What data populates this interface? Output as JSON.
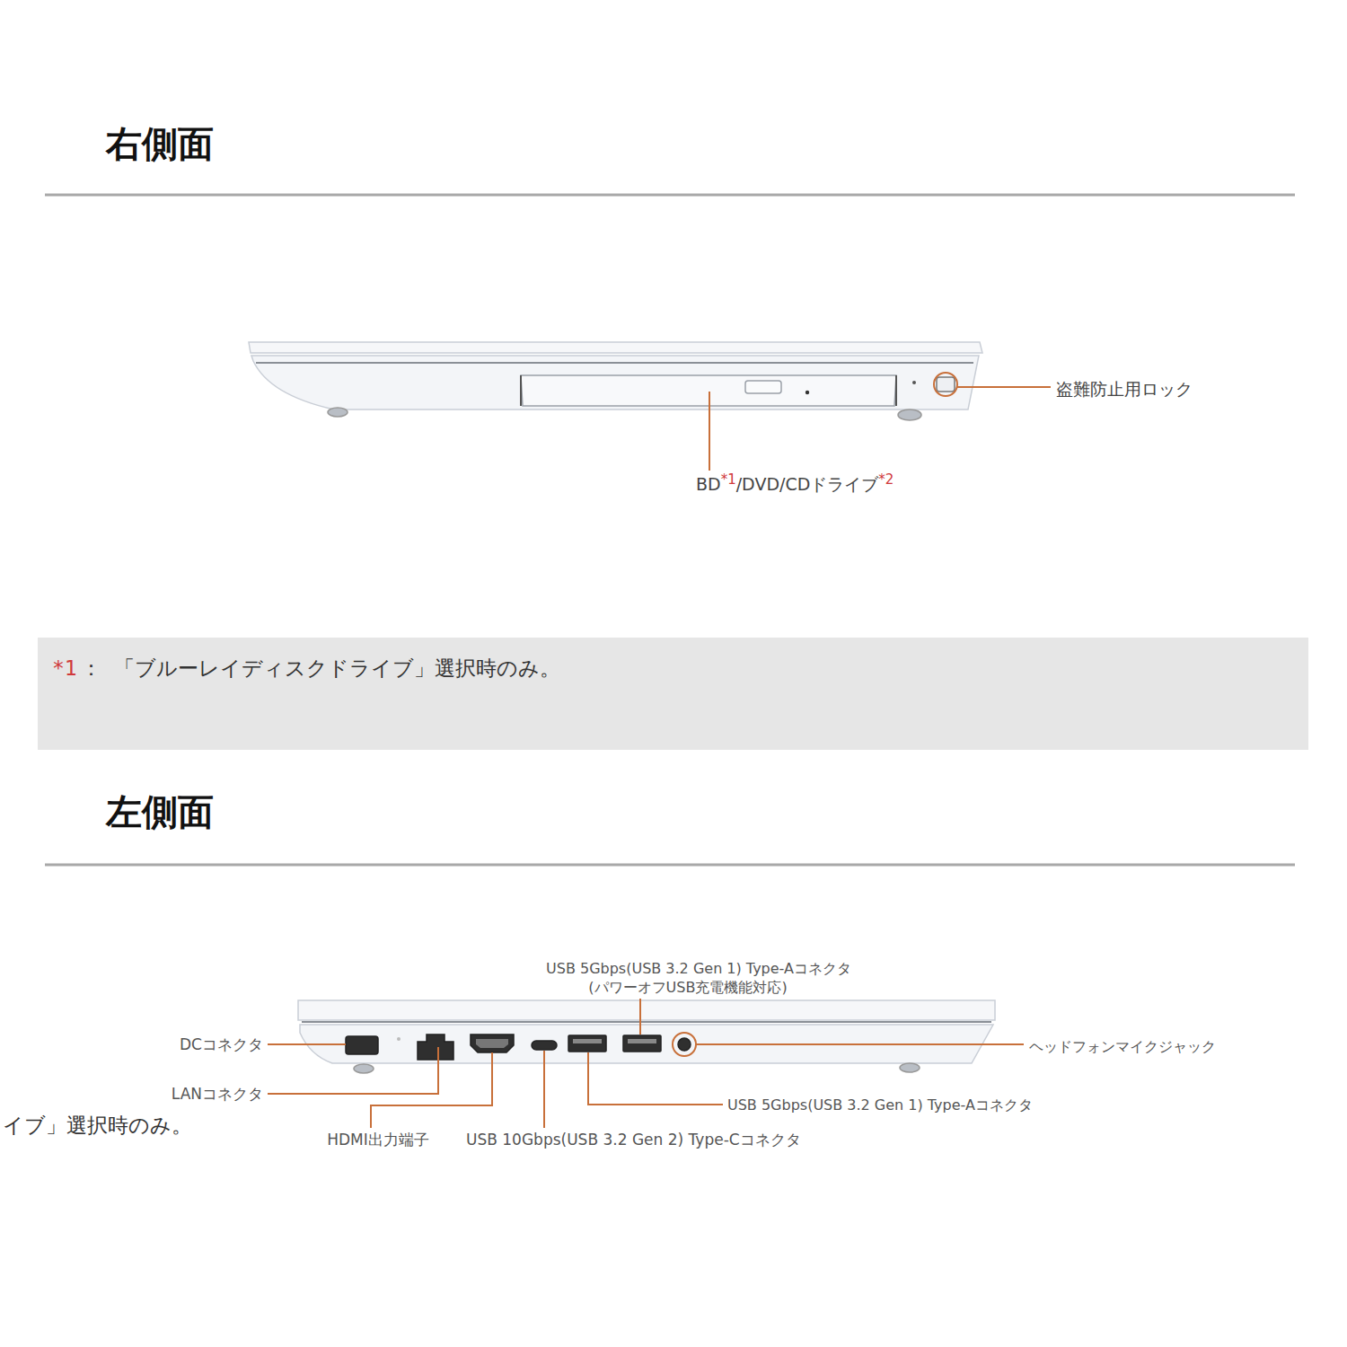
{
  "diagram": {
    "nodes": [
      {
        "text": [
          "*1",
          "：",
          "「ブルーレイディスクドライブ」選択時のみ。"
        ]
      }
    ],
    "labels": [
      "右側面",
      "盗難防止用ロック",
      "BD",
      "*1",
      "/DVD/CDドライブ",
      "*2",
      "左側面",
      "USB 5Gbps(USB 3.2 Gen 1) Type-Aコネクタ",
      "(パワーオフUSB充電機能対応)",
      "DCコネクタ",
      "LANコネクタ",
      "HDMI出力端子",
      "USB 10Gbps(USB 3.2 Gen 2) Type-Cコネクタ",
      "USB 5Gbps(USB 3.2 Gen 1) Type-Aコネクタ",
      "ヘッドフォンマイクジャック",
      "イブ」選択時のみ。"
    ]
  }
}
